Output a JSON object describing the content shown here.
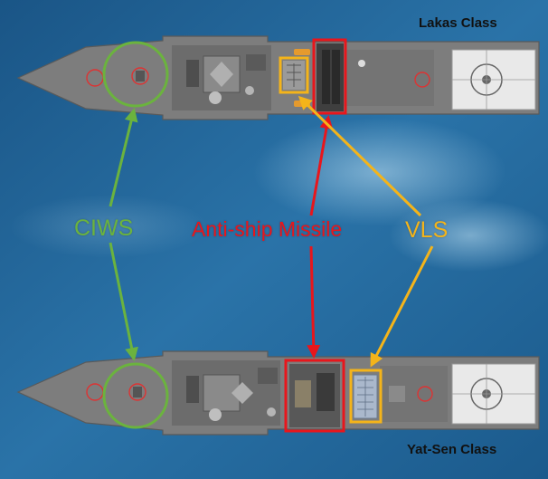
{
  "ships": {
    "top": {
      "name": "Lakas Class"
    },
    "bottom": {
      "name": "Yat-Sen Class"
    }
  },
  "callouts": {
    "ciws": {
      "label": "CIWS",
      "color": "#6bb33e"
    },
    "missile": {
      "label": "Anti-ship Missile",
      "color": "#e8161c"
    },
    "vls": {
      "label": "VLS",
      "color": "#f4b41a"
    }
  },
  "colors": {
    "sea_dark": "#184f7c",
    "sea_light": "#3b86bb",
    "hull": "#808080",
    "deck": "#6e6e6e"
  }
}
